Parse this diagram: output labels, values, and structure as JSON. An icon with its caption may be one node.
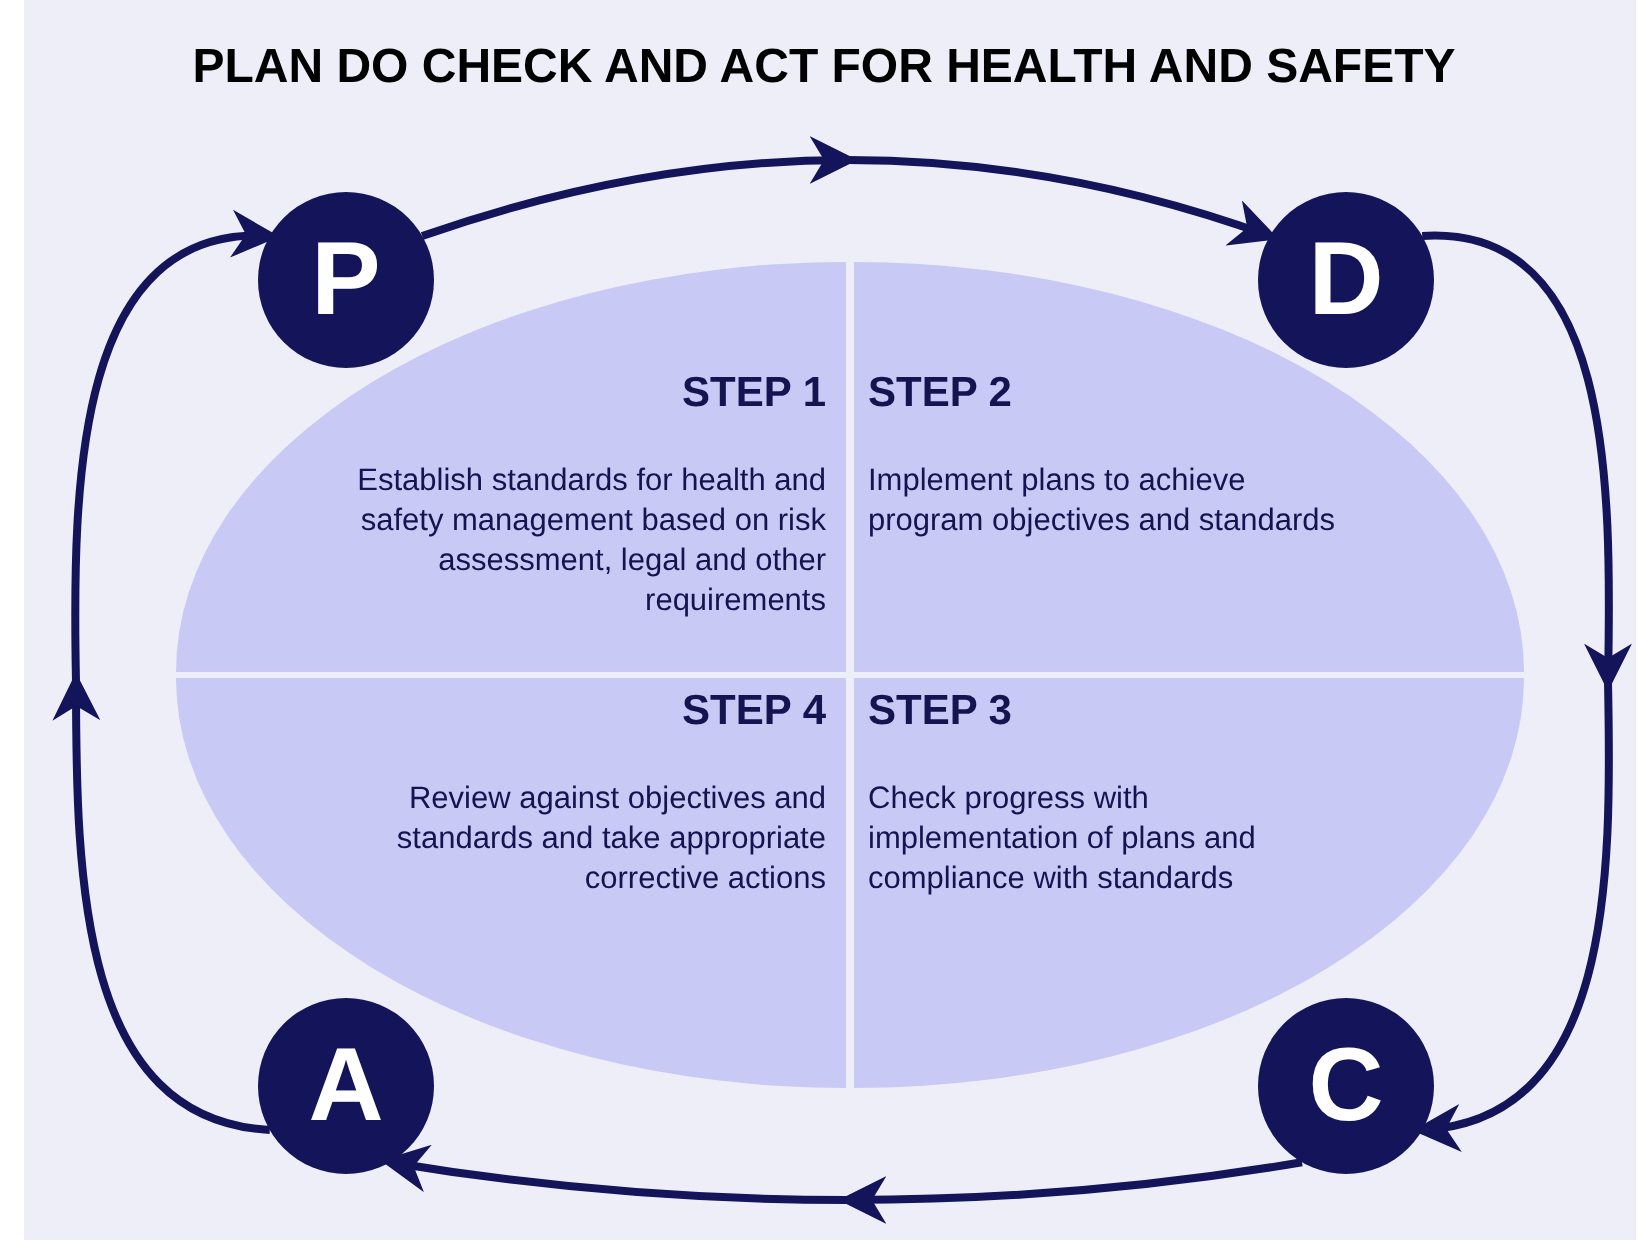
{
  "diagram": {
    "title": "PLAN DO CHECK AND ACT FOR HEALTH AND SAFETY",
    "nodes": [
      {
        "text": [
          "P"
        ]
      },
      {
        "text": [
          "D"
        ]
      },
      {
        "text": [
          "STEP 1",
          "Establish standards for health and safety management based on risk assessment, legal and other requirements"
        ]
      },
      {
        "text": [
          "STEP 2",
          "Implement plans to achieve program objectives and standards"
        ]
      },
      {
        "text": [
          "STEP 4",
          "Review against objectives and standards and take appropriate corrective actions"
        ]
      },
      {
        "text": [
          "STEP 3",
          "Check progress with implementation of plans and compliance with standards"
        ]
      },
      {
        "text": [
          "A"
        ]
      },
      {
        "text": [
          "C"
        ]
      }
    ],
    "edges": [
      {
        "from": 0,
        "to": 1,
        "arrow": "to"
      },
      {
        "from": 1,
        "to": 7,
        "arrow": "to"
      },
      {
        "from": 7,
        "to": 6,
        "arrow": "to"
      },
      {
        "from": 6,
        "to": 0,
        "arrow": "to"
      }
    ]
  }
}
